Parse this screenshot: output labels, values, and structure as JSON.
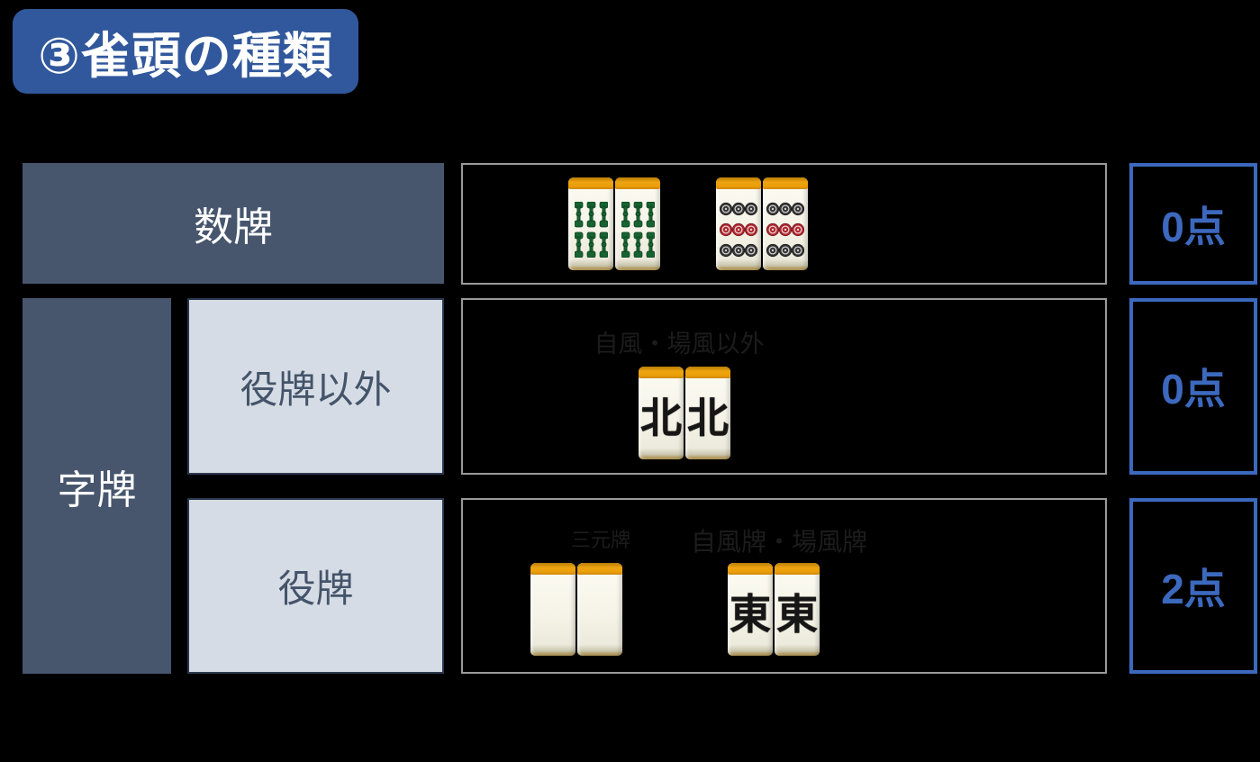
{
  "title": {
    "text": "③雀頭の種類"
  },
  "rows": {
    "suhai": {
      "label": "数牌",
      "score": "0点"
    },
    "jihai": {
      "label": "字牌"
    },
    "non_yakuhai": {
      "label": "役牌以外",
      "score": "0点",
      "caption": "自風・場風以外"
    },
    "yakuhai": {
      "label": "役牌",
      "score": "2点",
      "caption_dragons": "三元牌",
      "caption_winds": "自風牌・場風牌"
    }
  },
  "tiles": {
    "bamboo6_name": "six-of-bamboo-tile",
    "pin9_name": "nine-of-circles-tile",
    "white_name": "white-dragon-tile",
    "north_glyph": "北",
    "east_glyph": "東"
  },
  "colors": {
    "background": "#000000",
    "title_blue": "#31589c",
    "dark_slate": "#47566d",
    "light_slate": "#d6dce5",
    "cell_text_dark": "#44546a",
    "score_blue": "#3c69be",
    "tile_box_border": "#9a9a9a",
    "tile_cap_orange": "#eda411",
    "bamboo_green": "#176331",
    "pin_red": "#ac2730",
    "pin_black": "#343434",
    "faint_caption": "#1c1c1c"
  }
}
